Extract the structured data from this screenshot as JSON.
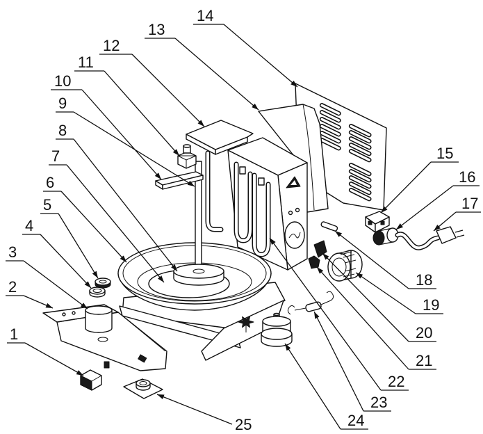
{
  "labels": [
    "1",
    "2",
    "3",
    "4",
    "5",
    "6",
    "7",
    "8",
    "9",
    "10",
    "11",
    "12",
    "13",
    "14",
    "15",
    "16",
    "17",
    "18",
    "19",
    "20",
    "21",
    "22",
    "23",
    "24",
    "25"
  ],
  "colors": {
    "line": "#111111",
    "background": "#ffffff"
  }
}
